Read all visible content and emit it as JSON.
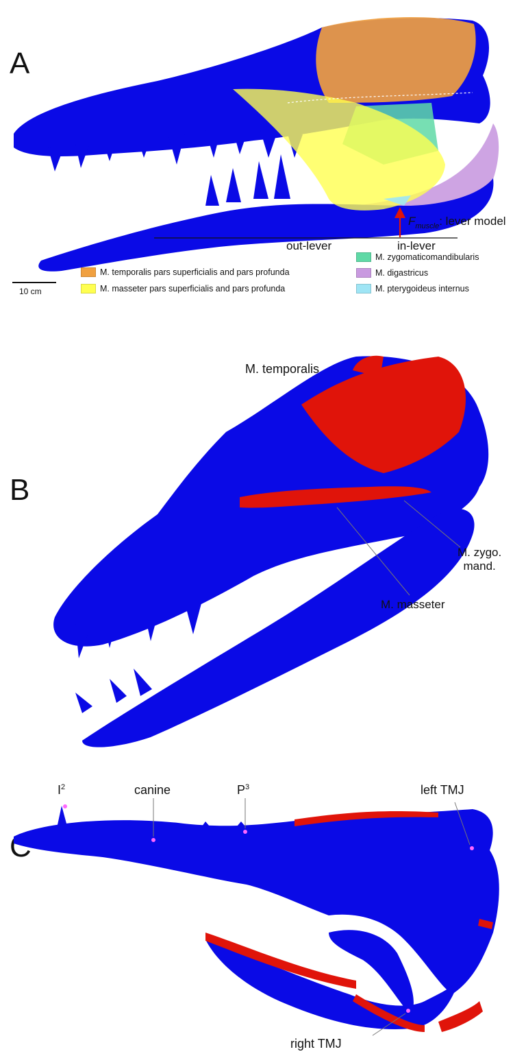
{
  "panels": {
    "a": {
      "letter": "A"
    },
    "b": {
      "letter": "B"
    },
    "c": {
      "letter": "C"
    }
  },
  "panel_a": {
    "force_symbol": "F",
    "force_subscript": "muscle",
    "force_label": ": lever model",
    "out_lever_label": "out-lever",
    "in_lever_label": "in-lever",
    "scale_bar_label": "10 cm",
    "legend": [
      {
        "label": "M. temporalis pars superficialis and pars profunda",
        "color": "#f0a040"
      },
      {
        "label": "M. masseter pars superficialis and pars profunda",
        "color": "#ffff50"
      },
      {
        "label": "M. zygomaticomandibularis",
        "color": "#5fd9a6"
      },
      {
        "label": "M. digastricus",
        "color": "#c99ae0"
      },
      {
        "label": "M. pterygoideus internus",
        "color": "#9fe5f5"
      }
    ]
  },
  "panel_b": {
    "temporalis_label": "M. temporalis",
    "zygo_label_line1": "M. zygo.",
    "zygo_label_line2": "mand.",
    "masseter_label": "M. masseter"
  },
  "panel_c": {
    "incisor_label": "I",
    "incisor_sup": "2",
    "canine_label": "canine",
    "premolar_label": "P",
    "premolar_sup": "3",
    "left_tmj_label": "left TMJ",
    "right_tmj_label": "right TMJ"
  },
  "colors": {
    "bone": "#0a0ae6",
    "bone_dark": "#00008c",
    "muscle_red": "#e0140a",
    "force_arrow": "#e0140a"
  }
}
